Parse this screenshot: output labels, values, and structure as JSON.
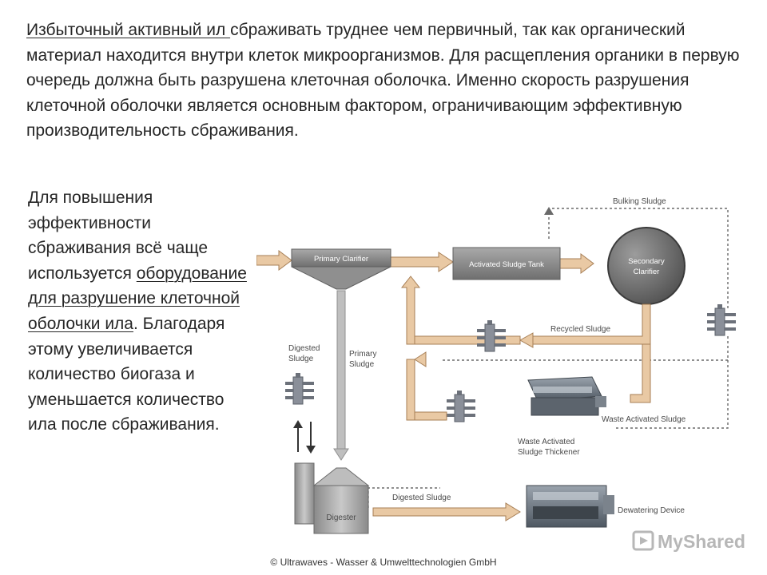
{
  "intro": {
    "link_text": "Избыточный активный ил ",
    "body": "сбраживать труднее чем первичный, так как органический материал находится внутри клеток микроорганизмов. Для расщепления органики в первую очередь должна быть разрушена клеточная оболочка. Именно скорость разрушения клеточной оболочки является основным фактором, ограничивающим  эффективную производительность сбраживания."
  },
  "side": {
    "lead": "Для повышения эффективности сбраживания всё чаще используется ",
    "link_text": "оборудование для разрушение клеточной оболочки ила",
    "tail": ". Благодаря этому увеличивается количество биогаза и уменьшается количество ила после сбраживания."
  },
  "diagram": {
    "primary_clarifier": "Primary Clarifier",
    "activated_sludge_tank": "Activated Sludge Tank",
    "secondary_clarifier_line1": "Secondary",
    "secondary_clarifier_line2": "Clarifier",
    "bulking_sludge": "Bulking Sludge",
    "recycled_sludge": "Recycled Sludge",
    "digested_sludge_side_line1": "Digested",
    "digested_sludge_side_line2": "Sludge",
    "primary_sludge_line1": "Primary",
    "primary_sludge_line2": "Sludge",
    "waste_activated_sludge": "Waste Activated Sludge",
    "thickener_line1": "Waste Activated",
    "thickener_line2": "Sludge Thickener",
    "digester": "Digester",
    "digested_sludge_bottom": "Digested Sludge",
    "dewatering_device": "Dewatering Device",
    "watermark": "MyShared"
  },
  "copyright": "© Ultrawaves - Wasser & Umwelttechnologien GmbH",
  "colors": {
    "pipe_fill": "#e9c9a4",
    "pipe_edge": "#a77f56",
    "box": "#8d8d8d",
    "dashed": "#6a6a6a",
    "text": "#262626"
  }
}
